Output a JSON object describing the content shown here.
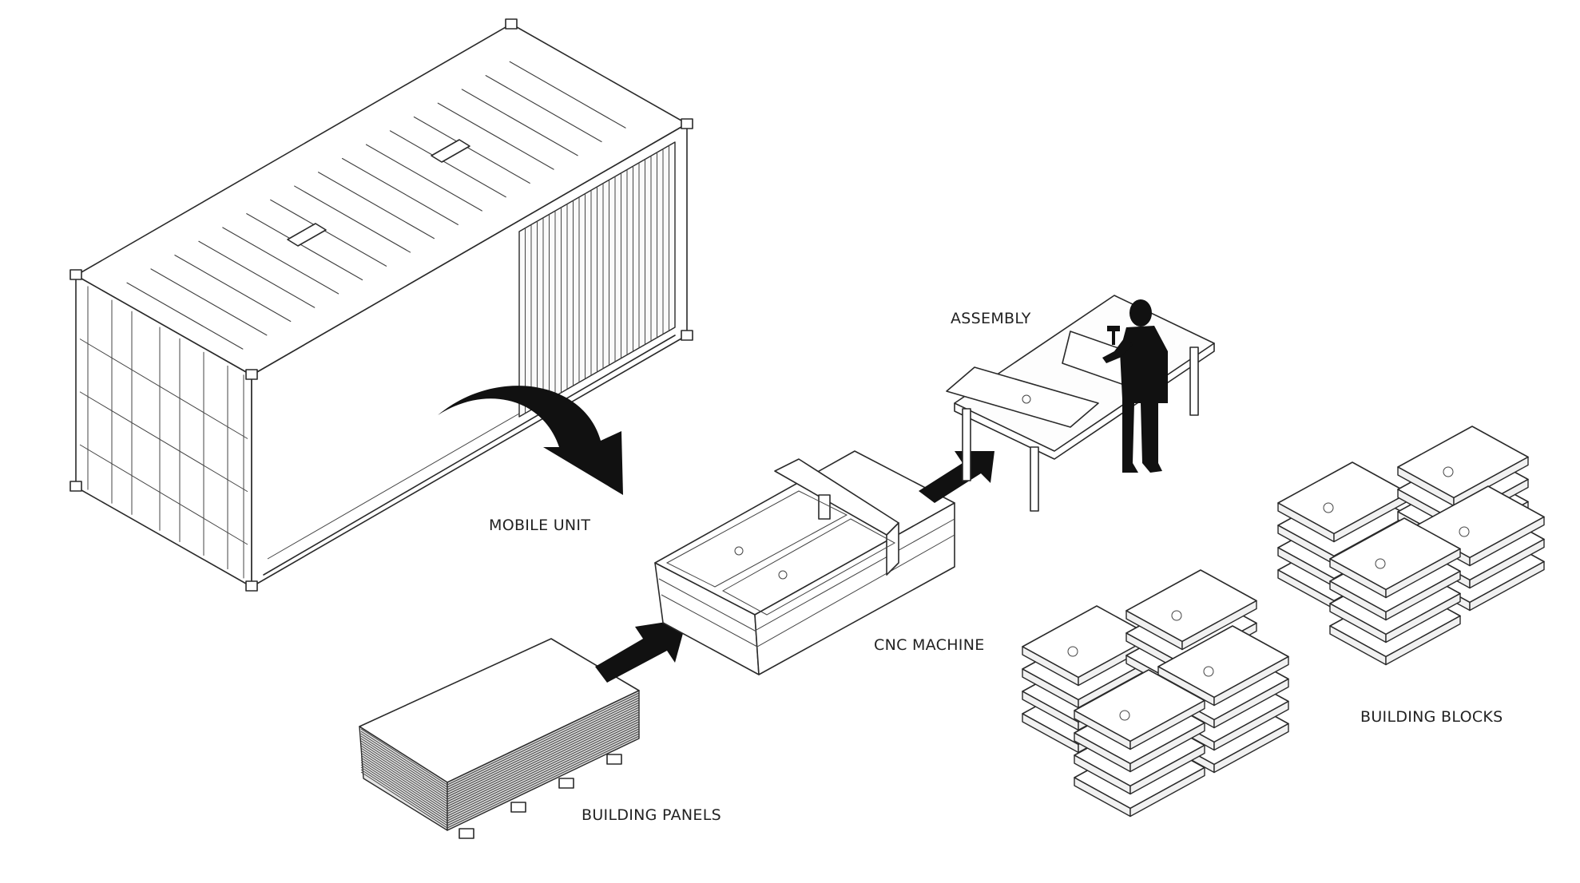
{
  "diagram": {
    "labels": {
      "mobile_unit": "MOBILE UNIT",
      "assembly": "ASSEMBLY",
      "cnc_machine": "CNC MACHINE",
      "building_blocks": "BUILDING BLOCKS",
      "building_panels": "BUILDING PANELS"
    },
    "colors": {
      "line": "#2a2a2a",
      "arrow": "#111111",
      "background": "#ffffff"
    }
  }
}
